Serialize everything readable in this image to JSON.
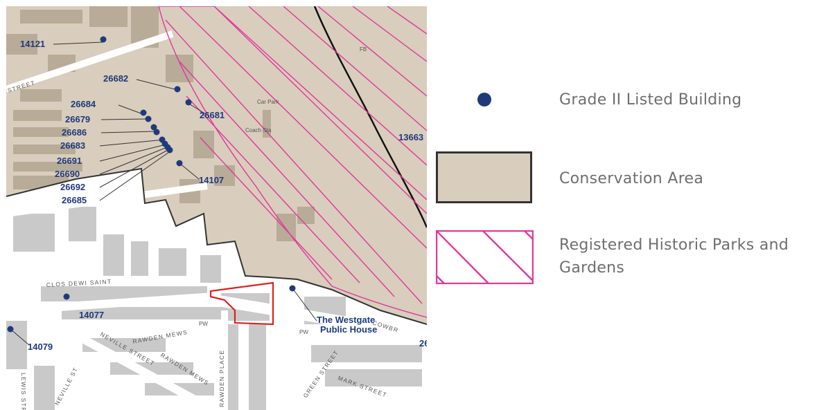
{
  "map": {
    "building_labels": [
      "14121",
      "26682",
      "26684",
      "26681",
      "26679",
      "26686",
      "26683",
      "26691",
      "26690",
      "26692",
      "26685",
      "14107",
      "14077",
      "14079",
      "13663",
      "26"
    ],
    "place_labels": {
      "pub_line1": "The Westgate",
      "pub_line2": "Public House"
    },
    "street_labels": {
      "street_top": "STREET",
      "clos_dewi_saint": "CLOS DEWI SAINT",
      "rawden_mews_1": "RAWDEN MEWS",
      "rawden_mews_2": "RAWDEN MEWS",
      "neville_street": "NEVILLE STREET",
      "rawden_place": "RAWDEN PLACE",
      "green_street": "GREEN STREET",
      "mark_street": "MARK STREET",
      "cowbridge": "COWBR",
      "lewis_street": "LEWIS STREE",
      "neville_st": "NEVILLE ST"
    },
    "small_labels": {
      "car_park": "Car Park",
      "coach_sta": "Coach Sta",
      "fb": "FB",
      "pw1": "PW",
      "pw2": "PW"
    },
    "colors": {
      "conservation_fill": "#d9cdbd",
      "conservation_border": "#333333",
      "park_hatch": "#e0389a",
      "listed_dot": "#1f3a7a",
      "site_outline": "#e02020",
      "building_fill": "#c9c9c9"
    }
  },
  "legend": {
    "items": [
      {
        "label": "Grade II Listed Building",
        "icon": "dot-icon"
      },
      {
        "label": "Conservation Area",
        "icon": "filled-rectangle-icon"
      },
      {
        "label_line1": "Registered Historic Parks and",
        "label_line2": "Gardens",
        "icon": "hatched-rectangle-icon"
      }
    ]
  }
}
